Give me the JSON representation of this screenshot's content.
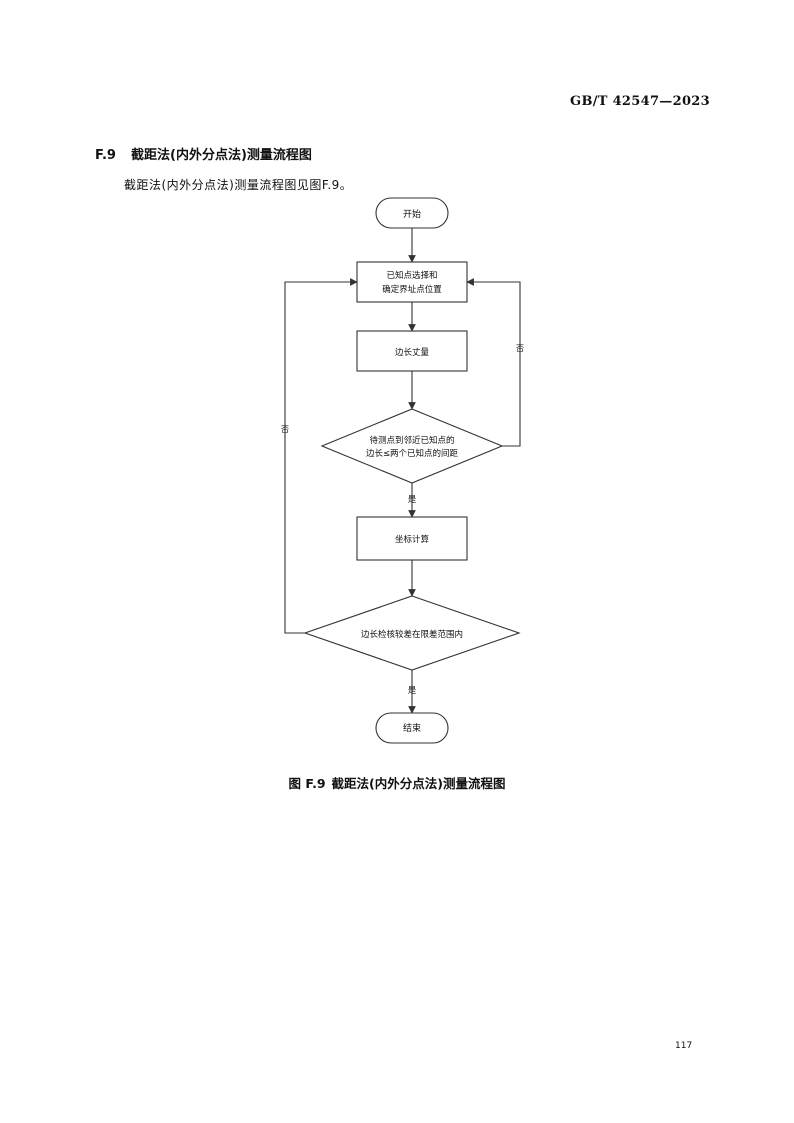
{
  "header": {
    "standard_code": "GB/T  42547—2023"
  },
  "section": {
    "number": "F.9",
    "title": "截距法(内外分点法)测量流程图",
    "intro": "截距法(内外分点法)测量流程图见图F.9。"
  },
  "flowchart": {
    "start": "开始",
    "step1_line1": "已知点选择和",
    "step1_line2": "确定界址点位置",
    "step2": "边长丈量",
    "decision1_line1": "待测点到邻近已知点的",
    "decision1_line2": "边长≤两个已知点的间距",
    "step3": "坐标计算",
    "decision2": "边长检核较差在限差范围内",
    "yes_label": "是",
    "no_label": "否",
    "end": "结束"
  },
  "figure": {
    "caption_number": "图 F.9",
    "caption_title": "截距法(内外分点法)测量流程图"
  },
  "page": {
    "number": "117"
  }
}
